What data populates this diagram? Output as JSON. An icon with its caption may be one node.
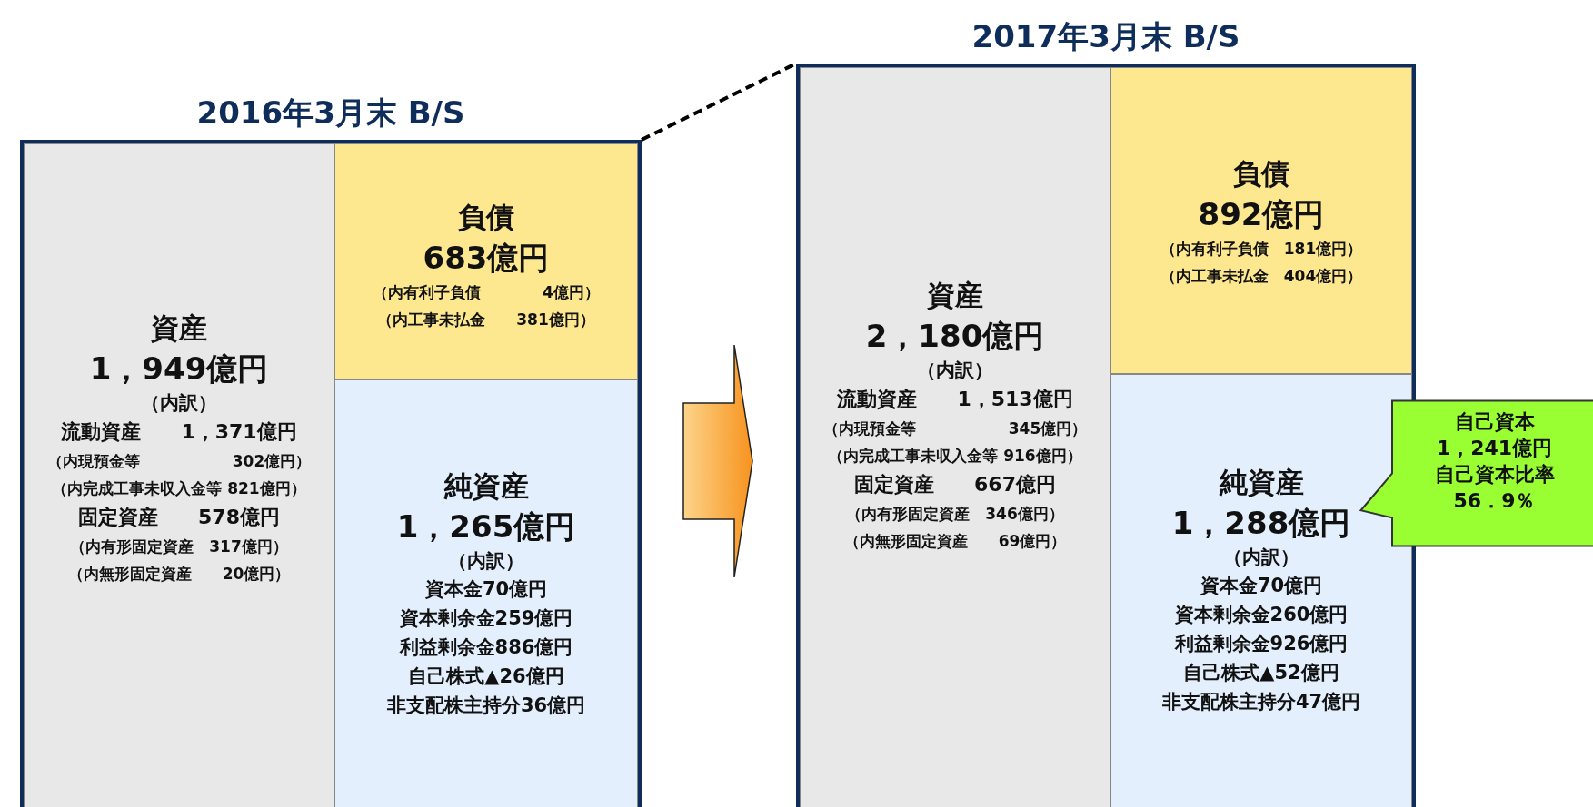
{
  "diagram": {
    "nodes": [
      {
        "text": [
          "2016年3月末 B/S"
        ]
      },
      {
        "text": [
          "資産",
          "1，949億円",
          "（内訳）",
          "流動資産　　1，371億円",
          "（内現預金等　　　　　　302億円）",
          "（内完成工事未収入金等 821億円）",
          "固定資産　　578億円",
          "（内有形固定資産　317億円）",
          "（内無形固定資産　　20億円）"
        ],
        "in": 0
      },
      {
        "text": [
          "負債",
          "683億円",
          "（内有利子負債　　　　4億円）",
          "（内工事未払金　　381億円）"
        ],
        "in": 0
      },
      {
        "text": [
          "純資産",
          "1，265億円",
          "（内訳）",
          "資本金70億円",
          "資本剰余金259億円",
          "利益剰余金886億円",
          "自己株式▲26億円",
          "非支配株主持分36億円"
        ],
        "in": 0
      },
      {
        "text": [
          "2017年3月末 B/S"
        ]
      },
      {
        "text": [
          "資産",
          "2，180億円",
          "（内訳）",
          "流動資産　　1，513億円",
          "（内現預金等　　　　　　345億円）",
          "（内完成工事未収入金等 916億円）",
          "固定資産　　667億円",
          "（内有形固定資産　346億円）",
          "（内無形固定資産　　69億円）"
        ],
        "in": 4
      },
      {
        "text": [
          "負債",
          "892億円",
          "（内有利子負債　181億円）",
          "（内工事未払金　404億円）"
        ],
        "in": 4
      },
      {
        "text": [
          "純資産",
          "1，288億円",
          "（内訳）",
          "資本金70億円",
          "資本剰余金260億円",
          "利益剰余金926億円",
          "自己株式▲52億円",
          "非支配株主持分47億円"
        ],
        "in": 4
      },
      {
        "text": [
          "自己資本",
          "1，241億円",
          "自己資本比率",
          "56．9％"
        ]
      }
    ],
    "edges": [
      {
        "from": 0,
        "to": 4,
        "arrow": "none",
        "style": "dashed"
      },
      {
        "from": 0,
        "to": 4,
        "arrow": "to",
        "style": "thick",
        "color": "#f7931e"
      }
    ]
  }
}
